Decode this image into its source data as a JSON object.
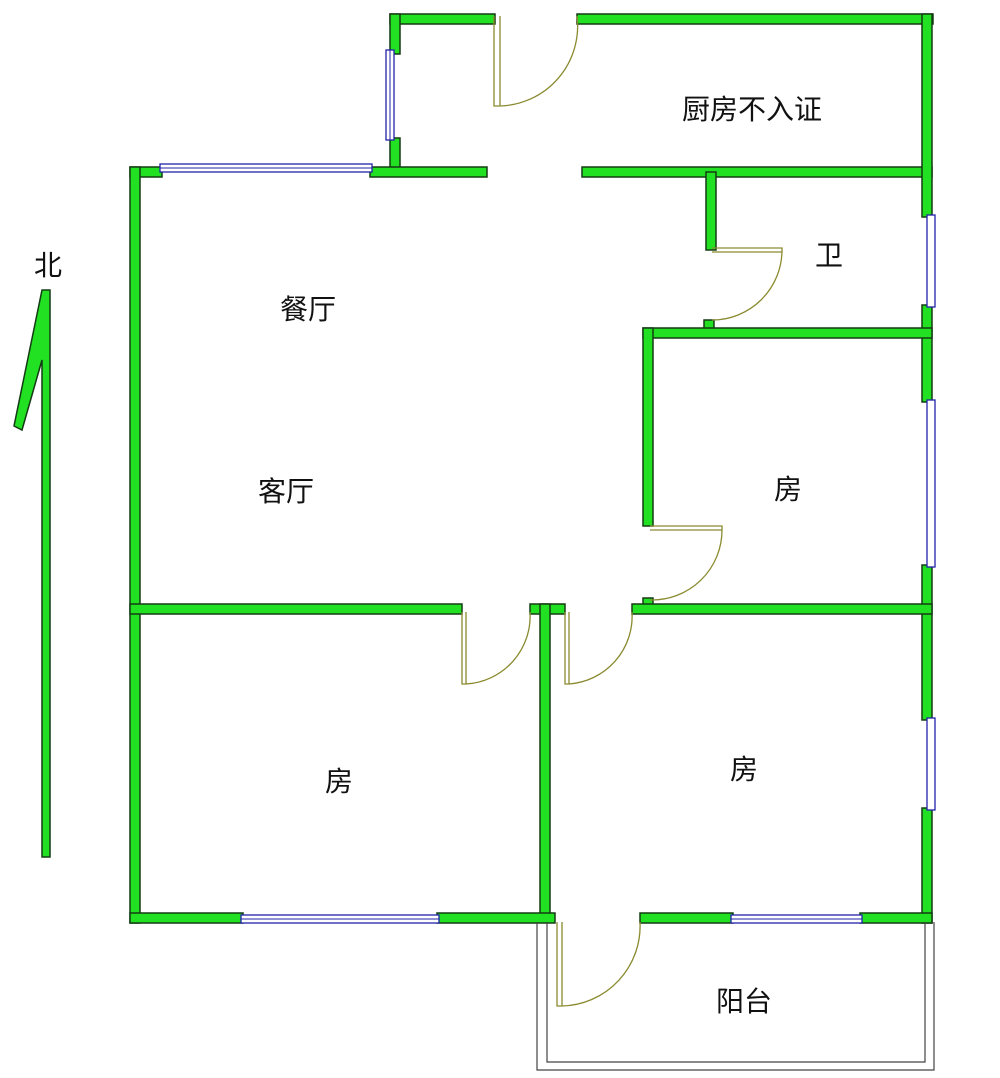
{
  "rooms": {
    "kitchen": "厨房不入证",
    "bathroom": "卫",
    "dining": "餐厅",
    "living": "客厅",
    "bedroom_east": "房",
    "bedroom_southwest": "房",
    "bedroom_southeast": "房",
    "balcony": "阳台"
  },
  "compass": {
    "label": "北"
  },
  "colors": {
    "wall": "#22e022",
    "window": "#2222aa",
    "door": "#8a8a30"
  }
}
